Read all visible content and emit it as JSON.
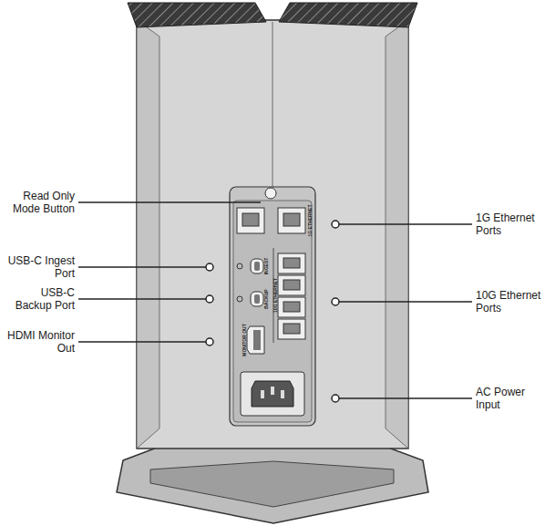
{
  "diagram": {
    "labels": [
      "Read Only Mode Button",
      "USB-C Ingest Port",
      "USB-C Backup Port",
      "HDMI Monitor Out",
      "1G Ethernet Ports",
      "10G Ethernet Ports",
      "AC Power Input",
      "1G ETHERNET",
      "10G ETHERNET",
      "INGEST",
      "BACKUP",
      "MONITOR OUT"
    ]
  }
}
